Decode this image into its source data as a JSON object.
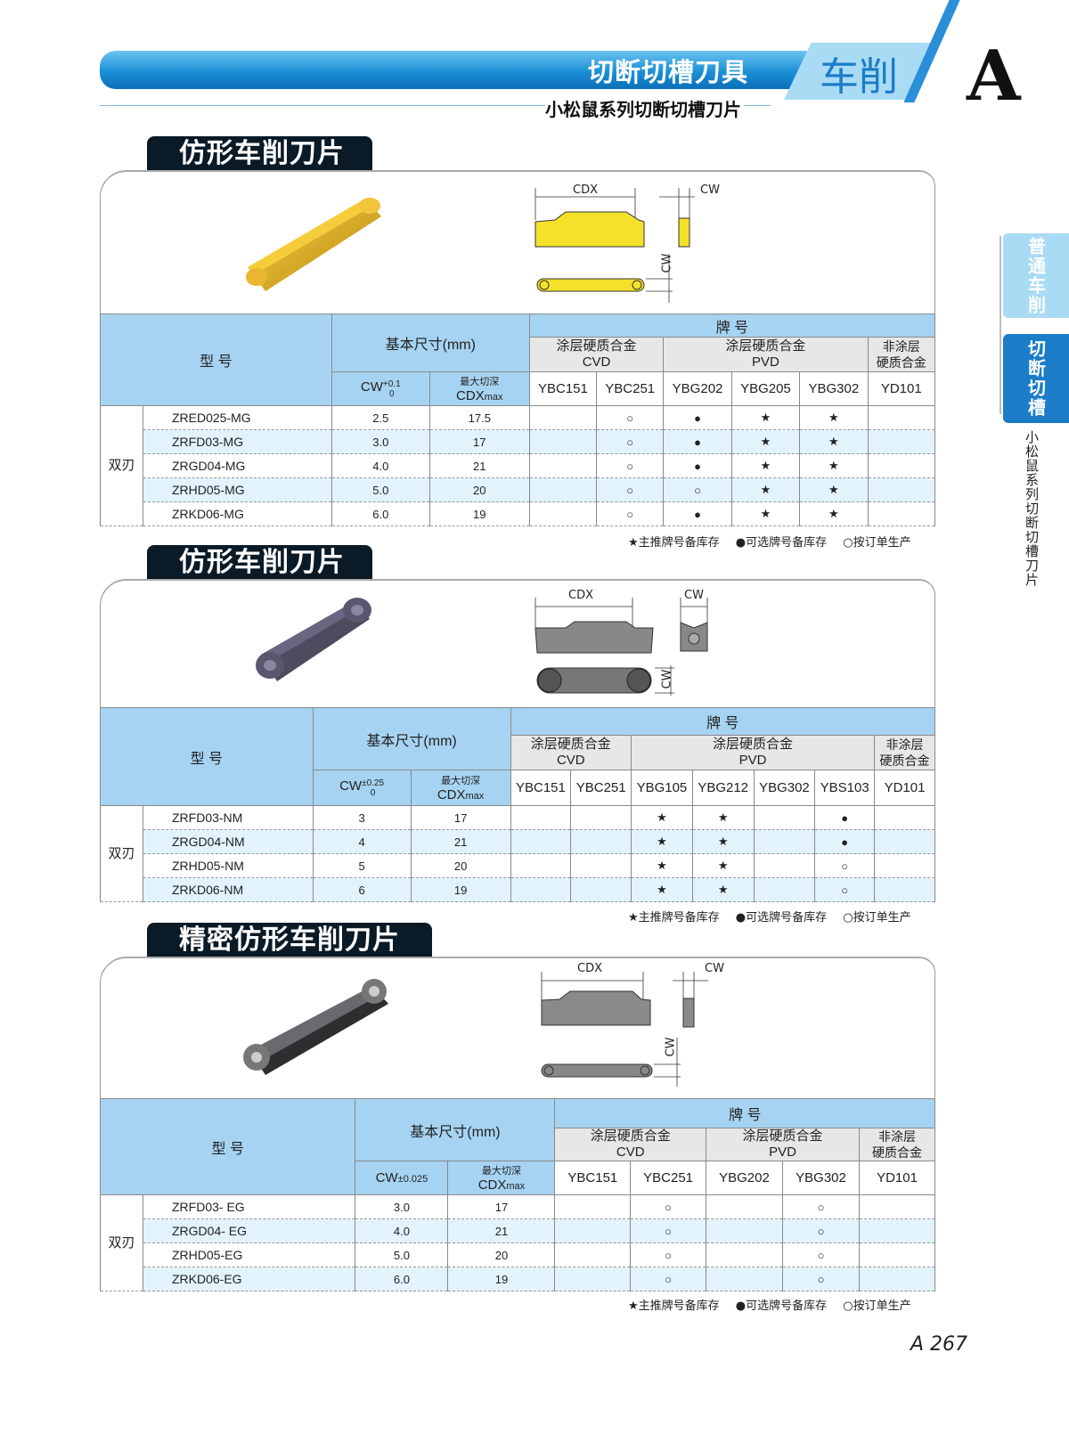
{
  "header": {
    "banner_title": "切断切槽刀具",
    "category_tab": "车削",
    "chapter_letter": "A",
    "subtitle": "小松鼠系列切断切槽刀片"
  },
  "side_nav": {
    "tabs": [
      {
        "label": "普通车削",
        "active": false
      },
      {
        "label": "切断切槽",
        "active": true
      }
    ],
    "vertical_caption": "小松鼠系列切断切槽刀片"
  },
  "legend": {
    "star": "★主推牌号备库存",
    "dot": "●可选牌号备库存",
    "circle": "○按订单生产"
  },
  "sections": [
    {
      "title": "仿形车削刀片",
      "insert_color": "gold",
      "diagram_labels": {
        "cdx": "CDX",
        "cw_top": "CW",
        "cw_side": "CW"
      },
      "table": {
        "model_header": "型 号",
        "dims_header": "基本尺寸(mm)",
        "grade_header": "牌 号",
        "cw_label": "CW",
        "cw_tol_upper": "+0.1",
        "cw_tol_lower": "0",
        "cdx_label_top": "最大切深",
        "cdx_label": "CDX",
        "cdx_sub": "max",
        "groups": [
          {
            "label": "涂层硬质合金",
            "sub": "CVD",
            "span": 2
          },
          {
            "label": "涂层硬质合金",
            "sub": "PVD",
            "span": 3
          },
          {
            "label": "非涂层",
            "sub": "硬质合金",
            "span": 1
          }
        ],
        "grades": [
          "YBC151",
          "YBC251",
          "YBG202",
          "YBG205",
          "YBG302",
          "YD101"
        ],
        "edge_type": "双刃",
        "rows": [
          {
            "model": "ZRED025-MG",
            "cw": "2.5",
            "cdx": "17.5",
            "marks": [
              "",
              "○",
              "●",
              "★",
              "★",
              ""
            ]
          },
          {
            "model": "ZRFD03-MG",
            "cw": "3.0",
            "cdx": "17",
            "marks": [
              "",
              "○",
              "●",
              "★",
              "★",
              ""
            ]
          },
          {
            "model": "ZRGD04-MG",
            "cw": "4.0",
            "cdx": "21",
            "marks": [
              "",
              "○",
              "●",
              "★",
              "★",
              ""
            ]
          },
          {
            "model": "ZRHD05-MG",
            "cw": "5.0",
            "cdx": "20",
            "marks": [
              "",
              "○",
              "○",
              "★",
              "★",
              ""
            ]
          },
          {
            "model": "ZRKD06-MG",
            "cw": "6.0",
            "cdx": "19",
            "marks": [
              "",
              "○",
              "●",
              "★",
              "★",
              ""
            ]
          }
        ]
      }
    },
    {
      "title": "仿形车削刀片",
      "insert_color": "purple-gray",
      "diagram_labels": {
        "cdx": "CDX",
        "cw_top": "CW",
        "cw_side": "CW"
      },
      "table": {
        "model_header": "型 号",
        "dims_header": "基本尺寸(mm)",
        "grade_header": "牌 号",
        "cw_label": "CW",
        "cw_tol_upper": "±0.25",
        "cw_tol_lower": "0",
        "cdx_label_top": "最大切深",
        "cdx_label": "CDX",
        "cdx_sub": "max",
        "groups": [
          {
            "label": "涂层硬质合金",
            "sub": "CVD",
            "span": 2
          },
          {
            "label": "涂层硬质合金",
            "sub": "PVD",
            "span": 4
          },
          {
            "label": "非涂层",
            "sub": "硬质合金",
            "span": 1
          }
        ],
        "grades": [
          "YBC151",
          "YBC251",
          "YBG105",
          "YBG212",
          "YBG302",
          "YBS103",
          "YD101"
        ],
        "edge_type": "双刃",
        "rows": [
          {
            "model": "ZRFD03-NM",
            "cw": "3",
            "cdx": "17",
            "marks": [
              "",
              "",
              "★",
              "★",
              "",
              "●",
              ""
            ]
          },
          {
            "model": "ZRGD04-NM",
            "cw": "4",
            "cdx": "21",
            "marks": [
              "",
              "",
              "★",
              "★",
              "",
              "●",
              ""
            ]
          },
          {
            "model": "ZRHD05-NM",
            "cw": "5",
            "cdx": "20",
            "marks": [
              "",
              "",
              "★",
              "★",
              "",
              "○",
              ""
            ]
          },
          {
            "model": "ZRKD06-NM",
            "cw": "6",
            "cdx": "19",
            "marks": [
              "",
              "",
              "★",
              "★",
              "",
              "○",
              ""
            ]
          }
        ]
      }
    },
    {
      "title": "精密仿形车削刀片",
      "insert_color": "dark-gray",
      "diagram_labels": {
        "cdx": "CDX",
        "cw_top": "CW",
        "cw_side": "CW"
      },
      "table": {
        "model_header": "型 号",
        "dims_header": "基本尺寸(mm)",
        "grade_header": "牌 号",
        "cw_label": "CW",
        "cw_tol_inline": "±0.025",
        "cdx_label_top": "最大切深",
        "cdx_label": "CDX",
        "cdx_sub": "max",
        "groups": [
          {
            "label": "涂层硬质合金",
            "sub": "CVD",
            "span": 2
          },
          {
            "label": "涂层硬质合金",
            "sub": "PVD",
            "span": 2
          },
          {
            "label": "非涂层",
            "sub": "硬质合金",
            "span": 1
          }
        ],
        "grades": [
          "YBC151",
          "YBC251",
          "YBG202",
          "YBG302",
          "YD101"
        ],
        "edge_type": "双刃",
        "rows": [
          {
            "model": "ZRFD03- EG",
            "cw": "3.0",
            "cdx": "17",
            "marks": [
              "",
              "○",
              "",
              "○",
              ""
            ]
          },
          {
            "model": "ZRGD04- EG",
            "cw": "4.0",
            "cdx": "21",
            "marks": [
              "",
              "○",
              "",
              "○",
              ""
            ]
          },
          {
            "model": "ZRHD05-EG",
            "cw": "5.0",
            "cdx": "20",
            "marks": [
              "",
              "○",
              "",
              "○",
              ""
            ]
          },
          {
            "model": "ZRKD06-EG",
            "cw": "6.0",
            "cdx": "19",
            "marks": [
              "",
              "○",
              "",
              "○",
              ""
            ]
          }
        ]
      }
    }
  ],
  "footer": {
    "page_number": "A 267"
  }
}
